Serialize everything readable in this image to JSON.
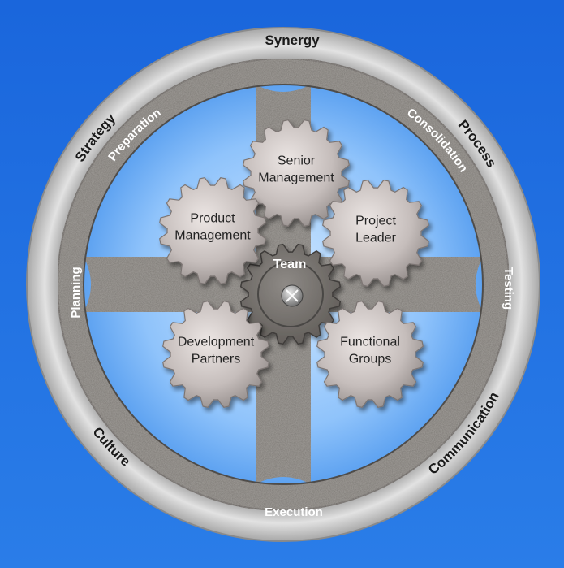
{
  "diagram": {
    "outer_ring": {
      "top": "Synergy",
      "top_left": "Strategy",
      "top_right": "Process",
      "bottom_left": "Culture",
      "bottom_right": "Communication"
    },
    "inner_ring": {
      "top_left": "Preparation",
      "top_right": "Consolidation",
      "left": "Planning",
      "right": "Testing",
      "bottom": "Execution"
    },
    "hub": {
      "label": "Team"
    },
    "gears": {
      "top": [
        "Senior",
        "Management"
      ],
      "upper_left": [
        "Product",
        "Management"
      ],
      "upper_right": [
        "Project",
        "Leader"
      ],
      "lower_left": [
        "Development",
        "Partners"
      ],
      "lower_right": [
        "Functional",
        "Groups"
      ]
    },
    "colors": {
      "background": "#1e6fe0",
      "sky_light": "#a6d2ff",
      "outer_ring": "#cfcfcf",
      "wheel_stone": "#7d7975",
      "gear": "#c9c2c0"
    }
  }
}
